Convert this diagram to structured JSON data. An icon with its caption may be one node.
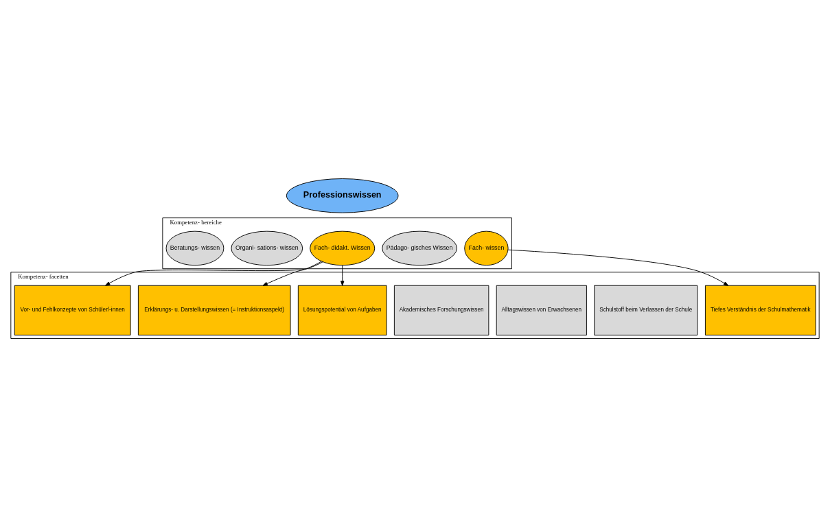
{
  "diagram": {
    "nodes": [
      {
        "text": [
          "Professionswissen"
        ]
      },
      {
        "text": [
          "Kompetenz- bereiche"
        ]
      },
      {
        "text": [
          "Pädago- gisches Wissen"
        ],
        "in": 1
      },
      {
        "text": [
          "Fach- wissen"
        ],
        "in": 1
      },
      {
        "text": [
          "Fach- didakt. Wissen"
        ],
        "in": 1
      },
      {
        "text": [
          "Organi- sations- wissen"
        ],
        "in": 1
      },
      {
        "text": [
          "Beratungs- wissen"
        ],
        "in": 1
      },
      {
        "text": [
          "Kompetenz- facetten"
        ]
      },
      {
        "text": [
          "Akademisches Forschungswissen"
        ],
        "in": 7
      },
      {
        "text": [
          "Schulstoff beim Verlassen der Schule"
        ],
        "in": 7
      },
      {
        "text": [
          "Alltagswissen von Erwachsenen"
        ],
        "in": 7
      },
      {
        "text": [
          "Tiefes Verständnis der Schulmathematik"
        ],
        "in": 7
      },
      {
        "text": [
          "Erklärungs- u. Darstellungswissen (= Instruktionsaspekt)"
        ],
        "in": 7
      },
      {
        "text": [
          "Vor- und Fehlkonzepte von Schüler/-innen"
        ],
        "in": 7
      },
      {
        "text": [
          "Lösungspotential von Aufgaben"
        ],
        "in": 7
      }
    ],
    "edges": [
      {
        "from": 3,
        "to": 11,
        "arrow": "to"
      },
      {
        "from": 4,
        "to": 12,
        "arrow": "to"
      },
      {
        "from": 4,
        "to": 13,
        "arrow": "to"
      },
      {
        "from": 4,
        "to": 14,
        "arrow": "to"
      }
    ]
  }
}
